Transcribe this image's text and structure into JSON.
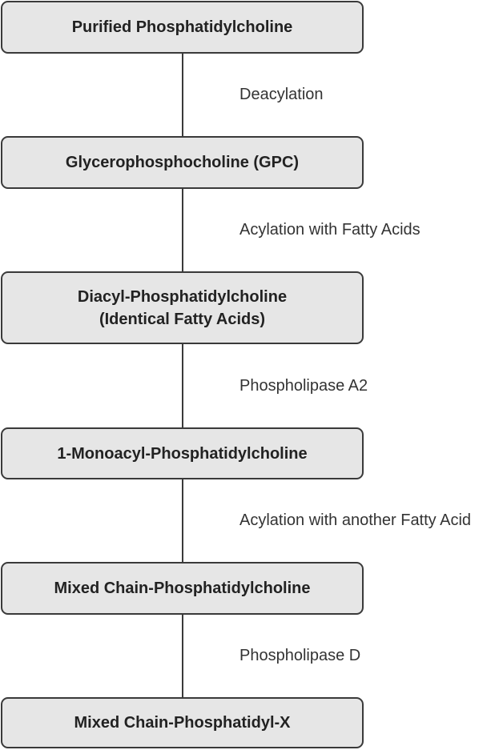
{
  "nodes": [
    {
      "id": "purified-pc",
      "lines": [
        "Purified Phosphatidylcholine"
      ]
    },
    {
      "id": "gpc",
      "lines": [
        "Glycerophosphocholine (GPC)"
      ]
    },
    {
      "id": "diacyl-pc",
      "lines": [
        "Diacyl-Phosphatidylcholine",
        "(Identical Fatty Acids)"
      ]
    },
    {
      "id": "monoacyl-pc",
      "lines": [
        "1-Monoacyl-Phosphatidylcholine"
      ]
    },
    {
      "id": "mixed-chain-pc",
      "lines": [
        "Mixed Chain-Phosphatidylcholine"
      ]
    },
    {
      "id": "mixed-chain-px",
      "lines": [
        "Mixed Chain-Phosphatidyl-X"
      ]
    }
  ],
  "steps": [
    {
      "label": "Deacylation"
    },
    {
      "label": "Acylation with Fatty Acids"
    },
    {
      "label": "Phospholipase A2"
    },
    {
      "label": "Acylation with another Fatty Acid"
    },
    {
      "label": "Phospholipase D"
    }
  ]
}
